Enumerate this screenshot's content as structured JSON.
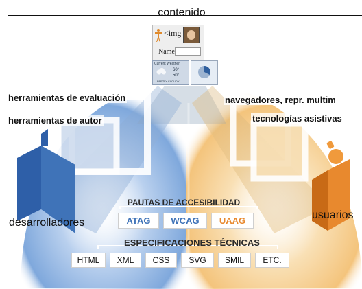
{
  "title": "contenido",
  "left_labels": {
    "evaluation_tools": "herramientas de evaluación",
    "authoring_tools": "herramientas de autor",
    "developers": "desarrolladores"
  },
  "right_labels": {
    "browsers_media": "navegadores, repr. multim",
    "assistive_tech": "tecnologías asistivas",
    "users": "usuarios"
  },
  "content_widgets": {
    "img_tag": "<img",
    "name_label": "Name",
    "weather_header": "Current Weather",
    "weather_temp_high": "60°",
    "weather_temp_low": "50°",
    "weather_condition": "PARTLY CLOUDY"
  },
  "guidelines": {
    "title": "PAUTAS DE ACCESIBILIDAD",
    "items": [
      {
        "label": "ATAG",
        "color": "#3f73b8"
      },
      {
        "label": "WCAG",
        "color": "#3f73b8"
      },
      {
        "label": "UAAG",
        "color": "#e8892e"
      }
    ]
  },
  "specs": {
    "title": "ESPECIFICACIONES TÉCNICAS",
    "items": [
      "HTML",
      "XML",
      "CSS",
      "SVG",
      "SMIL",
      "ETC."
    ]
  },
  "colors": {
    "developer_blue": "#3f73b8",
    "user_orange": "#e8892e",
    "left_glow": "#a9c6ea",
    "right_glow": "#f5d39a"
  }
}
